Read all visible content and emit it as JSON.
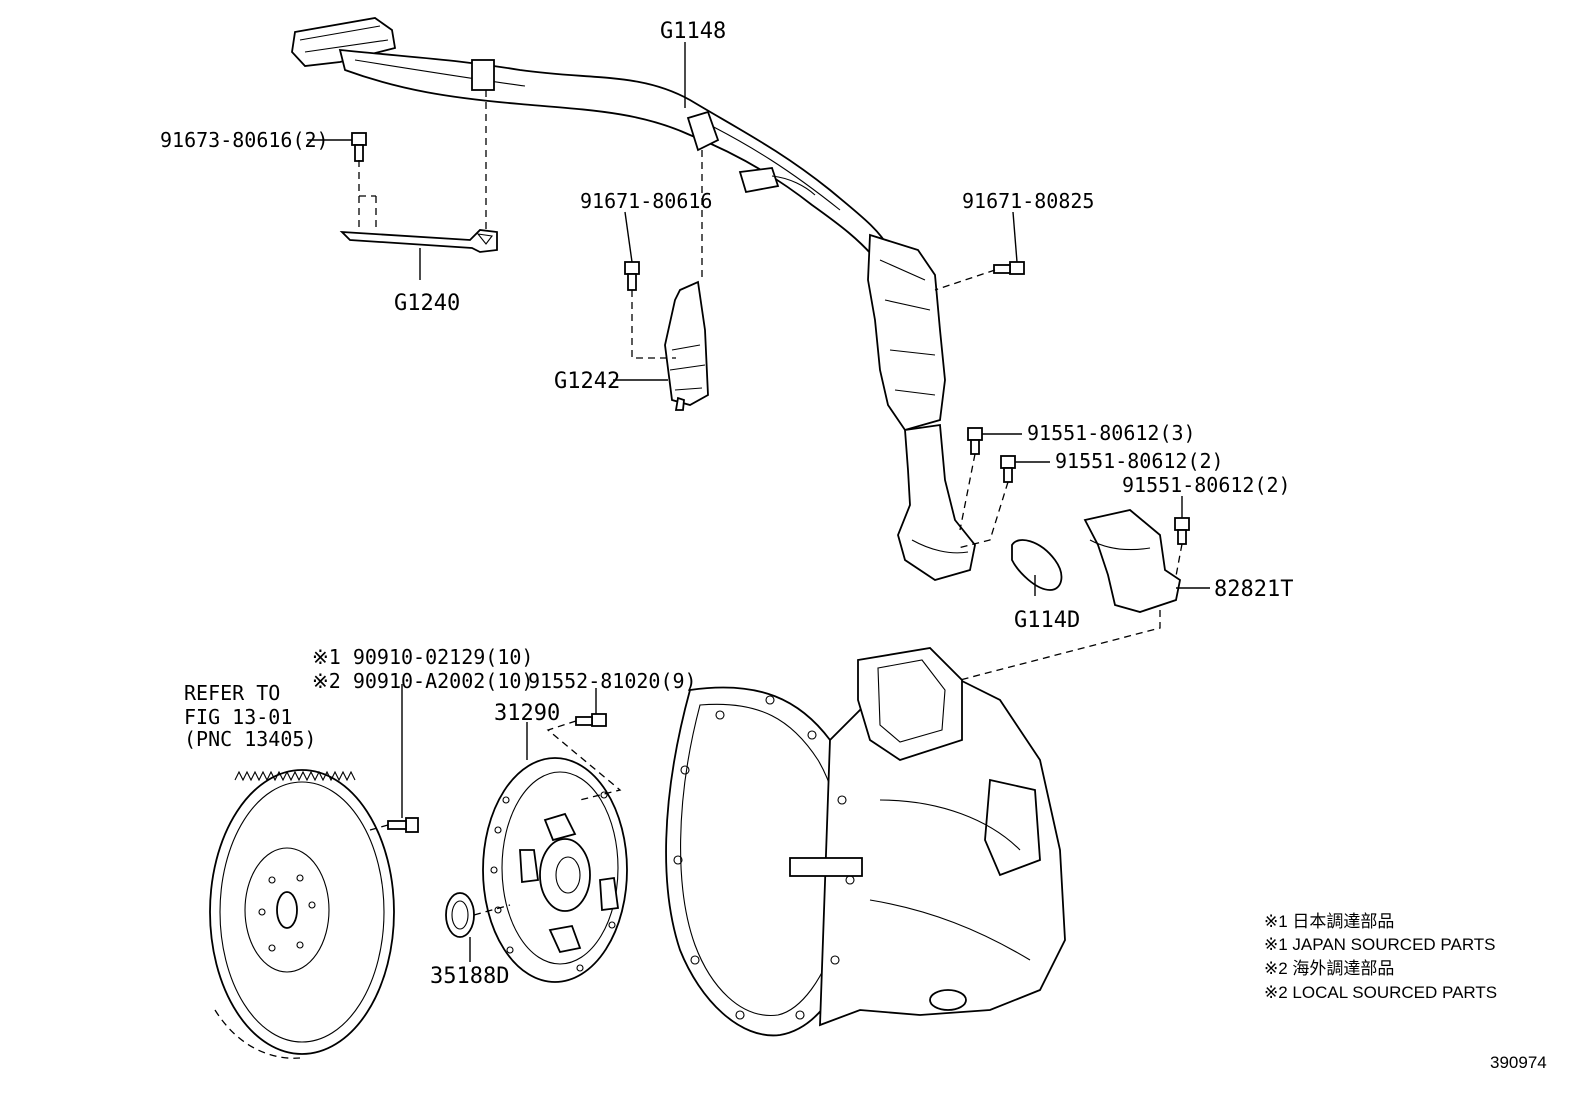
{
  "labels": {
    "g1148": "G1148",
    "p91673": "91673-80616(2)",
    "p91671_616": "91671-80616",
    "p91671_825": "91671-80825",
    "g1240": "G1240",
    "g1242": "G1242",
    "p91551_a": "91551-80612(3)",
    "p91551_b": "91551-80612(2)",
    "p91551_c": "91551-80612(2)",
    "p82821t": "82821T",
    "g114d": "G114D",
    "p90910_1": "※1 90910-02129(10)",
    "p90910_2": "※2 90910-A2002(10)",
    "p91552": "91552-81020(9)",
    "p31290": "31290",
    "refer_line1": "REFER TO",
    "refer_line2": "FIG 13-01",
    "refer_line3": "(PNC 13405)",
    "p35188d": "35188D"
  },
  "notes": [
    "※1 日本調達部品",
    "※1 JAPAN SOURCED PARTS",
    "※2 海外調達部品",
    "※2 LOCAL SOURCED PARTS"
  ],
  "figure_number": "390974"
}
